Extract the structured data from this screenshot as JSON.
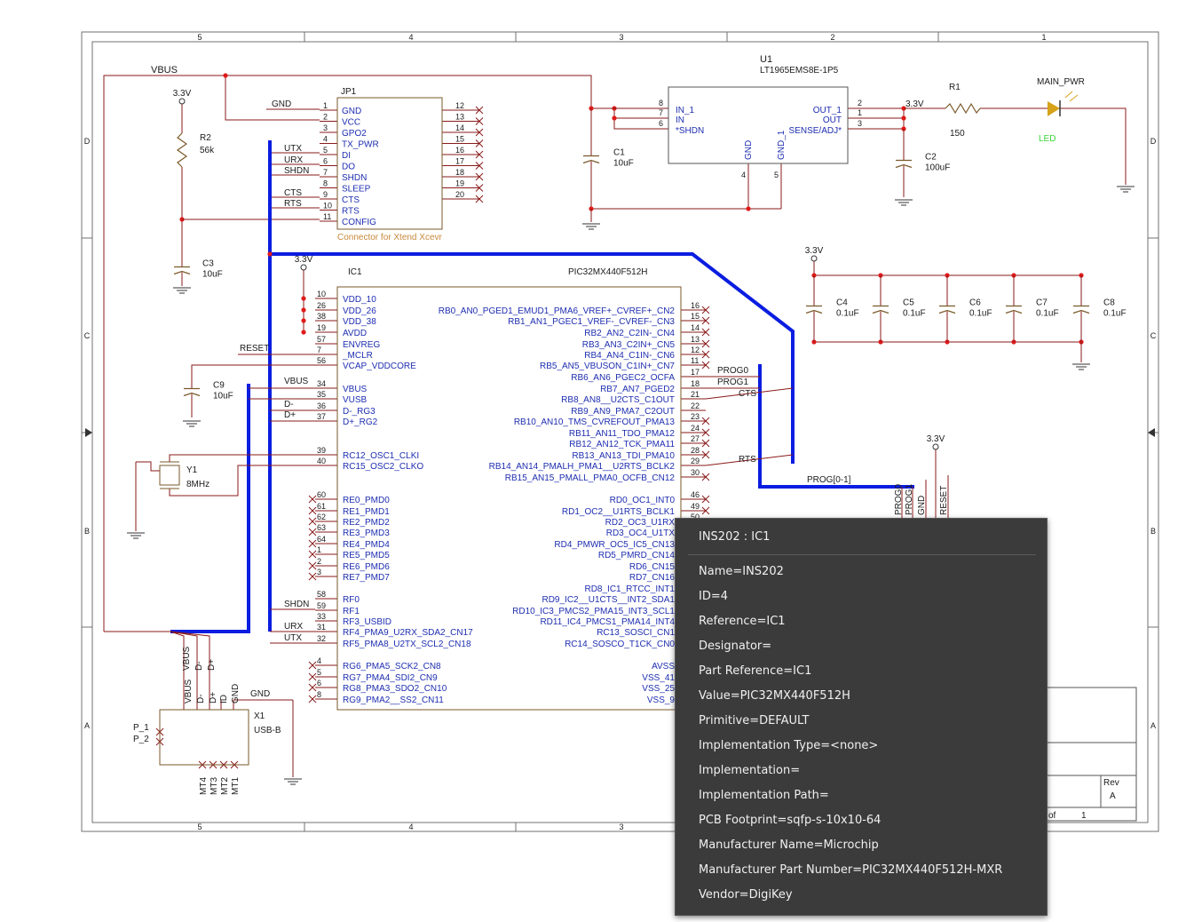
{
  "border": {
    "col_labels": [
      "5",
      "4",
      "3",
      "2",
      "1"
    ],
    "row_labels": [
      "D",
      "C",
      "B",
      "A"
    ]
  },
  "nets": {
    "vbus": "VBUS",
    "v33": "3.3V",
    "gnd": "GND",
    "reset": "RESET",
    "utx": "UTX",
    "urx": "URX",
    "shdn": "SHDN",
    "cts": "CTS",
    "rts": "RTS",
    "dminus": "D-",
    "dplus": "D+",
    "prog0": "PROG0",
    "prog1": "PROG1",
    "progbus": "PROG[0-1]",
    "main_pwr": "MAIN_PWR"
  },
  "components": {
    "u1": {
      "ref": "U1",
      "value": "LT1965EMS8E-1P5",
      "left_pins": [
        {
          "num": "8",
          "name": "IN_1"
        },
        {
          "num": "7",
          "name": "IN"
        },
        {
          "num": "6",
          "name": "*SHDN"
        }
      ],
      "right_pins": [
        {
          "num": "2",
          "name": "OUT_1"
        },
        {
          "num": "1",
          "name": "OUT"
        },
        {
          "num": "3",
          "name": "SENSE/ADJ*"
        }
      ],
      "bottom_pins": [
        {
          "num": "4",
          "name": "GND"
        },
        {
          "num": "5",
          "name": "GND_1"
        }
      ]
    },
    "r1": {
      "ref": "R1",
      "value": "150"
    },
    "led": {
      "ref": "LED"
    },
    "r2": {
      "ref": "R2",
      "value": "56k"
    },
    "c1": {
      "ref": "C1",
      "value": "10uF"
    },
    "c2": {
      "ref": "C2",
      "value": "100uF"
    },
    "c3": {
      "ref": "C3",
      "value": "10uF"
    },
    "c9": {
      "ref": "C9",
      "value": "10uF"
    },
    "decaps": [
      {
        "ref": "C4",
        "value": "0.1uF"
      },
      {
        "ref": "C5",
        "value": "0.1uF"
      },
      {
        "ref": "C6",
        "value": "0.1uF"
      },
      {
        "ref": "C7",
        "value": "0.1uF"
      },
      {
        "ref": "C8",
        "value": "0.1uF"
      }
    ],
    "y1": {
      "ref": "Y1",
      "value": "8MHz"
    },
    "jp1": {
      "ref": "JP1",
      "value": "Connector for Xtend Xcevr",
      "left_pins": [
        {
          "num": "1",
          "name": "GND"
        },
        {
          "num": "2",
          "name": "VCC"
        },
        {
          "num": "3",
          "name": "GPO2"
        },
        {
          "num": "4",
          "name": "TX_PWR"
        },
        {
          "num": "5",
          "name": "DI"
        },
        {
          "num": "6",
          "name": "DO"
        },
        {
          "num": "7",
          "name": "SHDN"
        },
        {
          "num": "8",
          "name": "SLEEP"
        },
        {
          "num": "9",
          "name": "CTS"
        },
        {
          "num": "10",
          "name": "RTS"
        },
        {
          "num": "11",
          "name": "CONFIG"
        }
      ],
      "right_pins": [
        "12",
        "13",
        "14",
        "15",
        "16",
        "17",
        "18",
        "19",
        "20"
      ]
    },
    "ic1": {
      "ref": "IC1",
      "value": "PIC32MX440F512H",
      "left_pins": [
        {
          "num": "10",
          "name": "VDD_10"
        },
        {
          "num": "26",
          "name": "VDD_26"
        },
        {
          "num": "38",
          "name": "VDD_38"
        },
        {
          "num": "19",
          "name": "AVDD"
        },
        {
          "num": "57",
          "name": "ENVREG"
        },
        {
          "num": "7",
          "name": "_MCLR"
        },
        {
          "num": "56",
          "name": "VCAP_VDDCORE"
        },
        {
          "num": "34",
          "name": "VBUS"
        },
        {
          "num": "35",
          "name": "VUSB"
        },
        {
          "num": "36",
          "name": "D-_RG3"
        },
        {
          "num": "37",
          "name": "D+_RG2"
        },
        {
          "num": "39",
          "name": "RC12_OSC1_CLKI"
        },
        {
          "num": "40",
          "name": "RC15_OSC2_CLKO"
        },
        {
          "num": "60",
          "name": "RE0_PMD0"
        },
        {
          "num": "61",
          "name": "RE1_PMD1"
        },
        {
          "num": "62",
          "name": "RE2_PMD2"
        },
        {
          "num": "63",
          "name": "RE3_PMD3"
        },
        {
          "num": "64",
          "name": "RE4_PMD4"
        },
        {
          "num": "1",
          "name": "RE5_PMD5"
        },
        {
          "num": "2",
          "name": "RE6_PMD6"
        },
        {
          "num": "3",
          "name": "RE7_PMD7"
        },
        {
          "num": "58",
          "name": "RF0"
        },
        {
          "num": "59",
          "name": "RF1"
        },
        {
          "num": "33",
          "name": "RF3_USBID"
        },
        {
          "num": "31",
          "name": "RF4_PMA9_U2RX_SDA2_CN17"
        },
        {
          "num": "32",
          "name": "RF5_PMA8_U2TX_SCL2_CN18"
        },
        {
          "num": "4",
          "name": "RG6_PMA5_SCK2_CN8"
        },
        {
          "num": "5",
          "name": "RG7_PMA4_SDI2_CN9"
        },
        {
          "num": "6",
          "name": "RG8_PMA3_SDO2_CN10"
        },
        {
          "num": "8",
          "name": "RG9_PMA2__SS2_CN11"
        }
      ],
      "right_pins": [
        {
          "num": "16",
          "name": "RB0_AN0_PGED1_EMUD1_PMA6_VREF+_CVREF+_CN2"
        },
        {
          "num": "15",
          "name": "RB1_AN1_PGEC1_VREF-_CVREF-_CN3"
        },
        {
          "num": "14",
          "name": "RB2_AN2_C2IN-_CN4"
        },
        {
          "num": "13",
          "name": "RB3_AN3_C2IN+_CN5"
        },
        {
          "num": "12",
          "name": "RB4_AN4_C1IN-_CN6"
        },
        {
          "num": "11",
          "name": "RB5_AN5_VBUSON_C1IN+_CN7"
        },
        {
          "num": "17",
          "name": "RB6_AN6_PGEC2_OCFA"
        },
        {
          "num": "18",
          "name": "RB7_AN7_PGED2"
        },
        {
          "num": "21",
          "name": "RB8_AN8__U2CTS_C1OUT"
        },
        {
          "num": "22",
          "name": "RB9_AN9_PMA7_C2OUT"
        },
        {
          "num": "23",
          "name": "RB10_AN10_TMS_CVREFOUT_PMA13"
        },
        {
          "num": "24",
          "name": "RB11_AN11_TDO_PMA12"
        },
        {
          "num": "27",
          "name": "RB12_AN12_TCK_PMA11"
        },
        {
          "num": "28",
          "name": "RB13_AN13_TDI_PMA10"
        },
        {
          "num": "29",
          "name": "RB14_AN14_PMALH_PMA1__U2RTS_BCLK2"
        },
        {
          "num": "30",
          "name": "RB15_AN15_PMALL_PMA0_OCFB_CN12"
        },
        {
          "num": "46",
          "name": "RD0_OC1_INT0"
        },
        {
          "num": "49",
          "name": "RD1_OC2__U1RTS_BCLK1"
        },
        {
          "num": "50",
          "name": "RD2_OC3_U1RX"
        },
        {
          "num": "",
          "name": "RD3_OC4_U1TX"
        },
        {
          "num": "",
          "name": "RD4_PMWR_OC5_IC5_CN13"
        },
        {
          "num": "",
          "name": "RD5_PMRD_CN14"
        },
        {
          "num": "",
          "name": "RD6_CN15"
        },
        {
          "num": "",
          "name": "RD7_CN16"
        },
        {
          "num": "",
          "name": "RD8_IC1_RTCC_INT1"
        },
        {
          "num": "",
          "name": "RD9_IC2__U1CTS__INT2_SDA1"
        },
        {
          "num": "",
          "name": "RD10_IC3_PMCS2_PMA15_INT3_SCL1"
        },
        {
          "num": "",
          "name": "RD11_IC4_PMCS1_PMA14_INT4"
        },
        {
          "num": "",
          "name": "RC13_SOSCI_CN1"
        },
        {
          "num": "",
          "name": "RC14_SOSCO_T1CK_CN0"
        },
        {
          "num": "",
          "name": "AVSS"
        },
        {
          "num": "",
          "name": "VSS_41"
        },
        {
          "num": "",
          "name": "VSS_25"
        },
        {
          "num": "",
          "name": "VSS_9"
        }
      ]
    },
    "x1": {
      "ref": "X1",
      "value": "USB-B",
      "top_pins": [
        "VBUS",
        "VBUS",
        "D-",
        "D+",
        "D-",
        "D+",
        "ID",
        "GND"
      ],
      "side_pins": [
        "P_1",
        "P_2"
      ],
      "bottom_pins": [
        "MT4",
        "MT3",
        "MT2",
        "MT1"
      ]
    }
  },
  "title_block": {
    "rev_label": "Rev",
    "rev_value": "A",
    "of_label": "of",
    "sheet_total": "1"
  },
  "tooltip": {
    "title": "INS202 : IC1",
    "properties": [
      "Name=INS202",
      "ID=4",
      "Reference=IC1",
      "Designator=",
      "Part Reference=IC1",
      "Value=PIC32MX440F512H",
      "Primitive=DEFAULT",
      "Implementation Type=<none>",
      "Implementation=",
      "Implementation Path=",
      "PCB Footprint=sqfp-s-10x10-64",
      "Manufacturer Name=Microchip",
      "Manufacturer Part Number=PIC32MX440F512H-MXR",
      "Vendor=DigiKey"
    ]
  },
  "colors": {
    "wire": "#8a1a1a",
    "bus": "#0a1de0",
    "pin_text": "#1e2eb0",
    "body": "#8a1a1a",
    "border": "#707070",
    "comp_outline": "#7a5a2a",
    "led": "#d6a21a",
    "led_label": "#3ad43a",
    "junction": "#e01a1a",
    "tooltip_bg": "#3b3b3b"
  }
}
